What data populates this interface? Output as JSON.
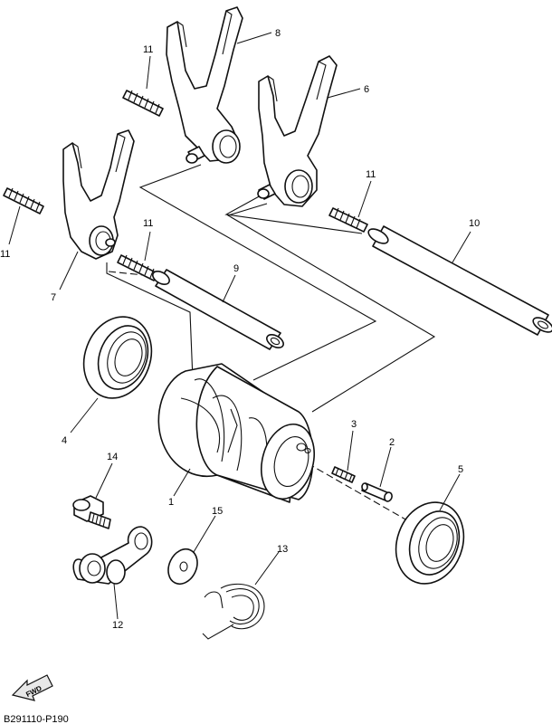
{
  "callouts": {
    "c1": "1",
    "c2": "2",
    "c3": "3",
    "c4": "4",
    "c5": "5",
    "c6": "6",
    "c7": "7",
    "c8": "8",
    "c9": "9",
    "c10": "10",
    "c11a": "11",
    "c11b": "11",
    "c11c": "11",
    "c11d": "11",
    "c12": "12",
    "c13": "13",
    "c14": "14",
    "c15": "15"
  },
  "drawing_code": "B291110-P190",
  "fwd_label": "FWD"
}
